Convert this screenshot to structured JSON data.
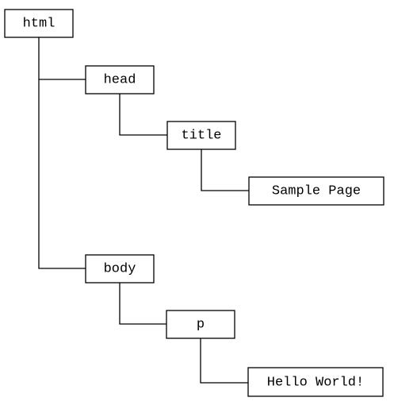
{
  "nodes": [
    {
      "id": "html",
      "label": "html"
    },
    {
      "id": "head",
      "label": "head"
    },
    {
      "id": "title",
      "label": "title"
    },
    {
      "id": "sample-page",
      "label": "Sample Page"
    },
    {
      "id": "body",
      "label": "body"
    },
    {
      "id": "p",
      "label": "p"
    },
    {
      "id": "hello-world",
      "label": "Hello World!"
    }
  ],
  "edges": [
    {
      "from": "html",
      "to": "head"
    },
    {
      "from": "head",
      "to": "title"
    },
    {
      "from": "title",
      "to": "sample-page"
    },
    {
      "from": "html",
      "to": "body"
    },
    {
      "from": "body",
      "to": "p"
    },
    {
      "from": "p",
      "to": "hello-world"
    }
  ]
}
